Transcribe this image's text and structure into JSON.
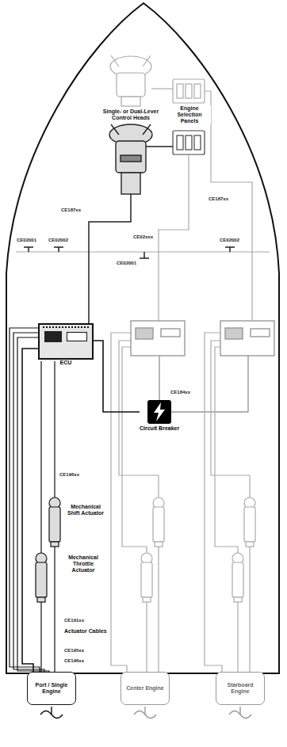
{
  "diagram": {
    "nodes": [
      {
        "text": [
          "ECU"
        ]
      },
      {
        "text": [
          "Circuit Breaker"
        ]
      },
      {
        "text": [
          "Port / Single Engine"
        ]
      },
      {
        "text": [
          "Center Engine"
        ]
      },
      {
        "text": [
          "Starboard Engine"
        ]
      }
    ],
    "edges": [
      {
        "from": 0,
        "to": 1,
        "arrow": "none"
      },
      {
        "from": 0,
        "to": 2,
        "arrow": "none"
      }
    ],
    "labels": [
      "Single- or Dual-Lever Control Heads",
      "Engine Selection Panels",
      "CE187xx",
      "CE187xx",
      "CE02001",
      "CE02002",
      "CE02xxx",
      "CE02001",
      "CE02002",
      "CE184xx",
      "CE196xx",
      "Mechanical Shift Actuator",
      "Mechanical Throttle Actuator",
      "CE191xx",
      "Actuator Cables",
      "CE195xx",
      "CE196xx"
    ]
  }
}
